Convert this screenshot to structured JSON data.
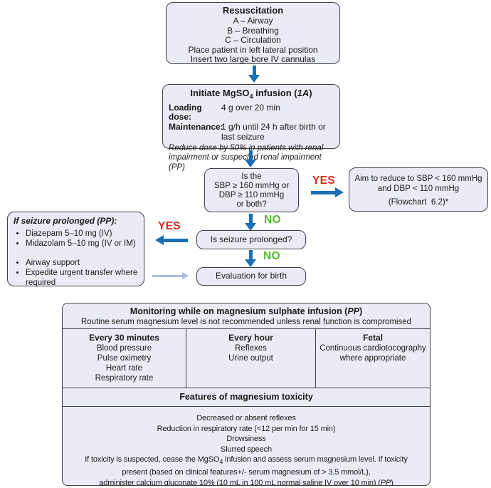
{
  "colors": {
    "box_fill": "#eaebf7",
    "box_border": "#41414b",
    "arrow_blue": "#1b6eb5",
    "arrow_pale": "#a9bce4",
    "yes_red": "#d42a1f",
    "no_green": "#56b82a"
  },
  "resuscitation": {
    "title": "Resuscitation",
    "lines": [
      "A – Airway",
      "B – Breathing",
      "C – Circulation",
      "Place patient in left lateral position",
      "Insert two large bore IV cannulas"
    ]
  },
  "mgso4": {
    "title_a": "Initiate MgSO",
    "title_sub": "4",
    "title_b": " infusion (",
    "title_ref": "1A",
    "title_c": ")",
    "loading_label": "Loading dose:",
    "loading_value": "4 g over 20 min",
    "maintenance_label": "Maintenance:",
    "maintenance_value": "1 g/h until 24 h after birth or last seizure",
    "note": "Reduce dose by 50% in patients with renal impairment or suspected renal impairment (PP)"
  },
  "bp_question": {
    "lines": [
      "Is the",
      "SBP ≥ 160 mmHg or",
      "DBP ≥ 110 mmHg",
      "or both?"
    ]
  },
  "bp_target": {
    "lines": [
      "Aim to reduce to SBP < 160 mmHg",
      "and DBP < 110 mmHg"
    ],
    "ref": "(Flowchart  6.2)*"
  },
  "decision_labels": {
    "yes": "YES",
    "no": "NO"
  },
  "seizure_prolonged_box": {
    "title": "If seizure prolonged (PP):",
    "group1": [
      "Diazepam 5–10 mg (IV)",
      "Midazolam 5–10 mg (IV or IM)"
    ],
    "group2": [
      "Airway support",
      "Expedite urgent transfer where required"
    ]
  },
  "seizure_question": "Is seizure prolonged?",
  "evaluation": "Evaluation for birth",
  "monitoring": {
    "title_a": "Monitoring while on magnesium sulphate infusion (",
    "title_pp": "PP",
    "title_b": ")",
    "subtitle": "Routine serum magnesium level is not recommended unless renal function is compromised",
    "columns": [
      {
        "header": "Every 30 minutes",
        "items": [
          "Blood pressure",
          "Pulse oximetry",
          "Heart rate",
          "Respiratory rate"
        ]
      },
      {
        "header": "Every hour",
        "items": [
          "Reflexes",
          "Urine output"
        ]
      },
      {
        "header": "Fetal",
        "items": [
          "Continuous cardiotocography",
          "where appropriate"
        ]
      }
    ],
    "toxicity_header": "Features of magnesium toxicity",
    "tox_lines": [
      "Decreased or absent reflexes",
      "Reduction in respiratory rate (<12 per min for 15 min)",
      "Drowsiness",
      "Slurred speech"
    ],
    "tox_line5_a": "If toxicity is suspected, cease the MgSO",
    "tox_line5_sub": "4",
    "tox_line5_b": " infusion and assess serum magnesium level. If toxicity",
    "tox_line6": "present (based on clinical features+/- serum magnesium of > 3.5 mmol/L),",
    "tox_line7_a": "administer calcium gluconate 10% (10 mL in 100 mL normal saline IV over 10 min) (",
    "tox_line7_pp": "PP",
    "tox_line7_b": ")"
  }
}
